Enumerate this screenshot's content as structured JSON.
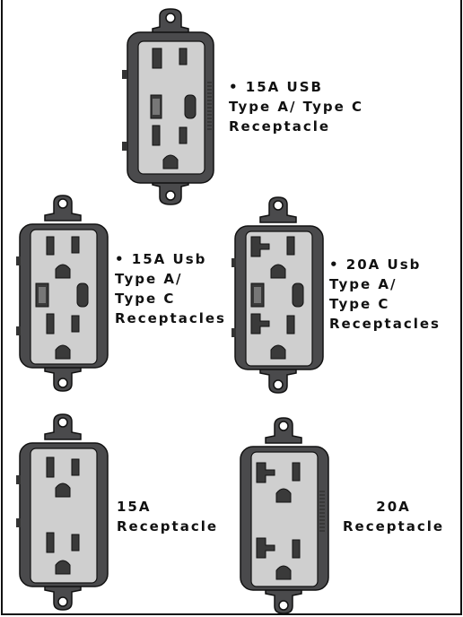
{
  "outlets": [
    {
      "id": "usb15-top",
      "lines": [
        "• 15A USB",
        "Type A/ Type C",
        "Receptacle"
      ]
    },
    {
      "id": "usb15-left",
      "lines": [
        "• 15A Usb",
        "Type A/",
        "Type C",
        "Receptacles"
      ]
    },
    {
      "id": "usb20-right",
      "lines": [
        "• 20A Usb",
        "Type A/",
        "Type C",
        "Receptacles"
      ]
    },
    {
      "id": "plain15",
      "lines": [
        "15A",
        "Receptacle"
      ]
    },
    {
      "id": "plain20",
      "lines": [
        "20A",
        "Receptacle"
      ]
    }
  ],
  "colors": {
    "body": "#4a4a4c",
    "face": "#cfcfcf",
    "slot": "#3a3a3a",
    "outline": "#111111"
  }
}
